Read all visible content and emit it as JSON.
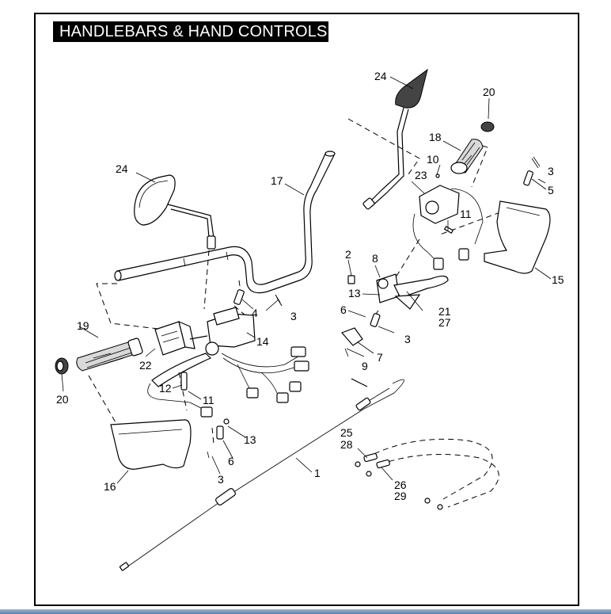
{
  "title": "HANDLEBARS & HAND CONTROLS",
  "callouts": {
    "c1": "1",
    "c2": "2",
    "c3a": "3",
    "c3b": "3",
    "c3c": "3",
    "c3d": "3",
    "c4": "4",
    "c5": "5",
    "c6a": "6",
    "c6b": "6",
    "c7": "7",
    "c8": "8",
    "c9": "9",
    "c10": "10",
    "c11a": "11",
    "c11b": "11",
    "c12": "12",
    "c13a": "13",
    "c13b": "13",
    "c14": "14",
    "c15": "15",
    "c16": "16",
    "c17": "17",
    "c18": "18",
    "c19": "19",
    "c20a": "20",
    "c20b": "20",
    "c21": "21",
    "c22": "22",
    "c23": "23",
    "c24a": "24",
    "c24b": "24",
    "c25": "25",
    "c26": "26",
    "c27": "27",
    "c28": "28",
    "c29": "29"
  }
}
